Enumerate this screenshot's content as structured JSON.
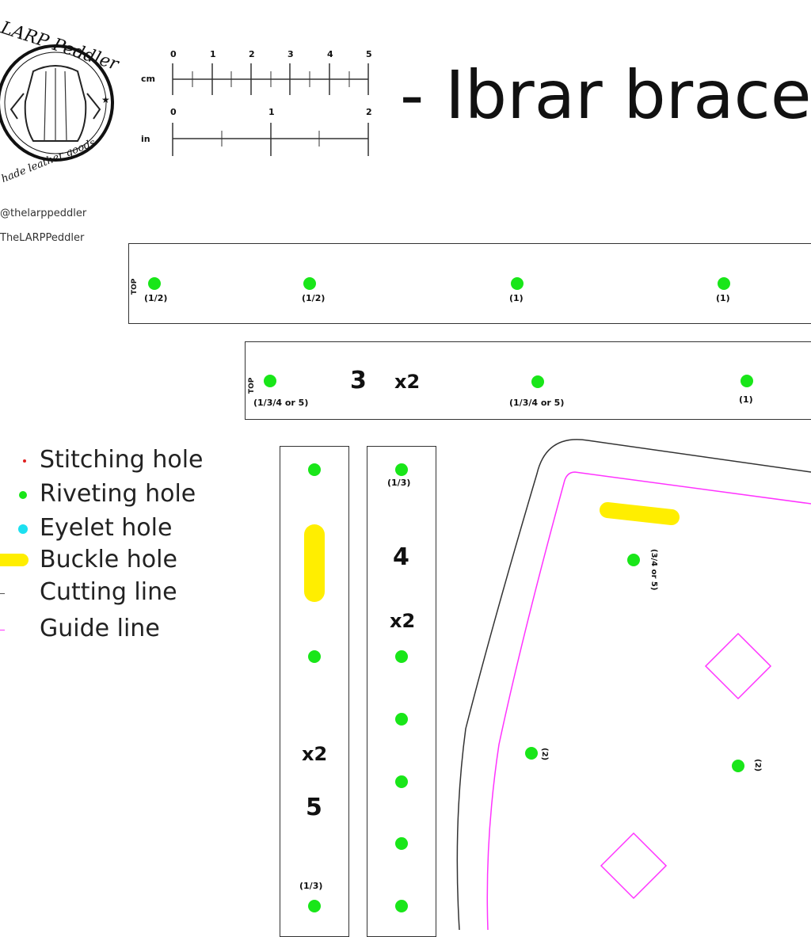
{
  "logo": {
    "text_top": "LARP Peddler",
    "text_bottom": "hade leather goods"
  },
  "ruler": {
    "cm_label": "cm",
    "in_label": "in",
    "cm_ticks": [
      "0",
      "1",
      "2",
      "3",
      "4",
      "5"
    ],
    "in_ticks": [
      "0",
      "1",
      "2"
    ]
  },
  "title": "- Ibrar bracer",
  "social": {
    "instagram": "@thelarppeddler",
    "facebook": "TheLARPPeddler"
  },
  "legend": [
    {
      "label": "Stitching hole",
      "color": "#e02020"
    },
    {
      "label": "Riveting hole",
      "color": "#19e619"
    },
    {
      "label": "Eyelet hole",
      "color": "#1ce0f0"
    },
    {
      "label": "Buckle hole",
      "color": "#ffee00"
    },
    {
      "label": "Cutting line",
      "color": "#555555"
    },
    {
      "label": "Guide line",
      "color": "#ff33ff"
    }
  ],
  "strip1": {
    "top_label": "TOP",
    "holes": [
      "(1/2)",
      "(1/2)",
      "(1)",
      "(1)"
    ]
  },
  "strip2": {
    "top_label": "TOP",
    "number": "3",
    "count": "x2",
    "holes": [
      "(1/3/4 or 5)",
      "(1/3/4 or 5)",
      "(1)"
    ]
  },
  "piece5": {
    "number": "5",
    "count": "x2",
    "hole_label": "(1/3)"
  },
  "piece4": {
    "number": "4",
    "count": "x2",
    "hole_label": "(1/3)"
  },
  "main_piece": {
    "hole_top": "(3/4 or 5)",
    "hole_left": "(2)",
    "hole_right": "(2)"
  }
}
